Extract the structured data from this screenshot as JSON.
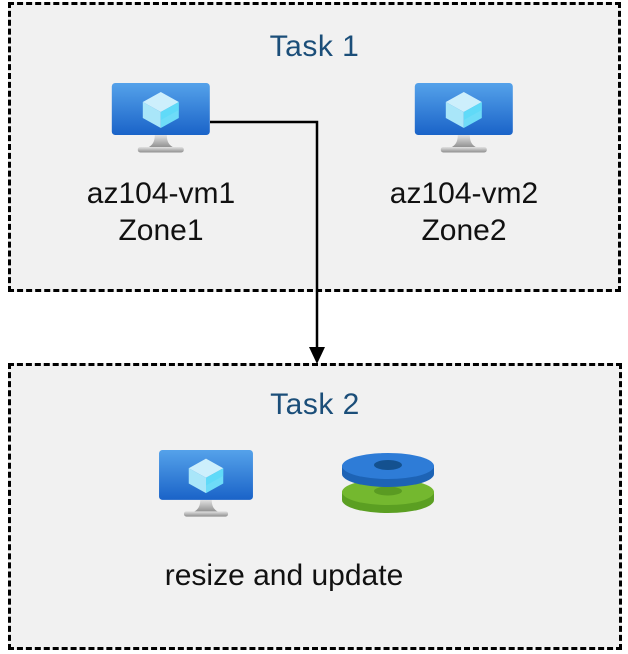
{
  "colors": {
    "page_bg": "#ffffff",
    "box_bg": "#f1f1f1",
    "border": "#000000",
    "title": "#1b4e79",
    "text": "#111111",
    "arrow": "#000000",
    "vm_screen_top": "#55a2ea",
    "vm_screen_bottom": "#1a63c8",
    "disk_blue": "#2e7cd7",
    "disk_blue_side": "#1d63b5",
    "disk_blue_hole": "#14518f",
    "disk_green": "#74b82f",
    "disk_green_side": "#5b9f22",
    "disk_green_hole": "#5a9b22"
  },
  "task1": {
    "title": "Task 1",
    "vm1": {
      "name": "az104-vm1",
      "zone": "Zone1",
      "icon": "virtual-machine-icon"
    },
    "vm2": {
      "name": "az104-vm2",
      "zone": "Zone2",
      "icon": "virtual-machine-icon"
    }
  },
  "task2": {
    "title": "Task 2",
    "caption": "resize and update",
    "icons": [
      "virtual-machine-icon",
      "managed-disks-icon"
    ]
  },
  "connector": {
    "from": "az104-vm1",
    "to": "Task 2",
    "shape": "elbow-arrow-down"
  }
}
